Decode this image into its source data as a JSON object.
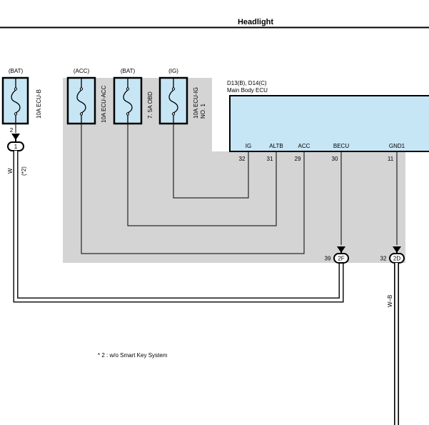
{
  "header": {
    "title": "Headlight"
  },
  "fuses": [
    {
      "supply": "(BAT)",
      "rating": "10A ECU-B"
    },
    {
      "supply": "(ACC)",
      "rating": "10A ECU-ACC"
    },
    {
      "supply": "(BAT)",
      "rating": "7. 5A OBD"
    },
    {
      "supply": "(IG)",
      "rating": "10A ECU-IG",
      "rating2": "NO. 1"
    }
  ],
  "ecu": {
    "code": "D13(B), D14(C)",
    "name": "Main Body ECU",
    "pins": [
      {
        "name": "IG",
        "number": "32"
      },
      {
        "name": "ALTB",
        "number": "31"
      },
      {
        "name": "ACC",
        "number": "29"
      },
      {
        "name": "BECU",
        "number": "30"
      },
      {
        "name": "GND1",
        "number": "11"
      }
    ]
  },
  "junctions": {
    "fuse_out_pin": "2",
    "j1": "1",
    "j2f": "2F",
    "j2f_pin": "39",
    "j2d": "2D",
    "j2d_pin": "32"
  },
  "wires": {
    "w_color": "W",
    "w_note": "(*2)",
    "wb_color": "W–B"
  },
  "notes": {
    "footnote": "* 2 : w/o Smart Key System"
  },
  "colors": {
    "ecu_fill": "#c6e6f6",
    "panel_fill": "#d4d4d4",
    "fuse_fill": "#c6e6f6"
  }
}
